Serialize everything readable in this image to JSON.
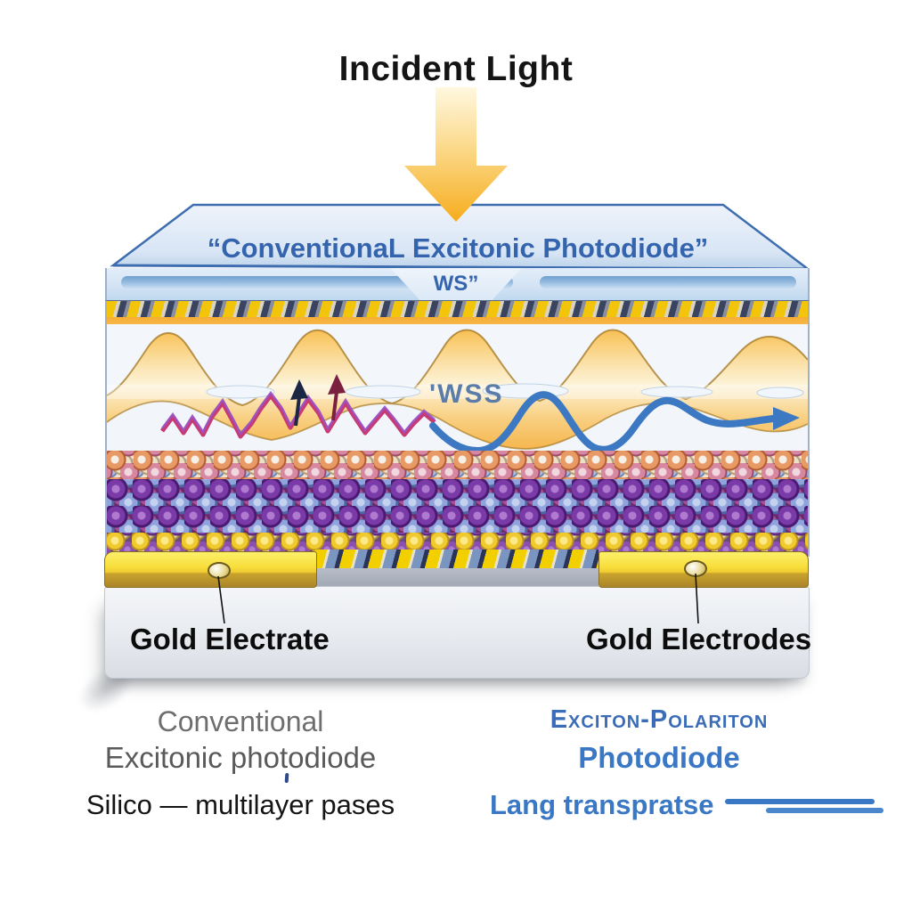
{
  "figure": {
    "title": "Incident Light",
    "device": {
      "top_face_label": "“ConventionaL Excitonic Photodiode”",
      "front_edge_label": "WS”",
      "active_layer_label": "'WSS",
      "left_electrode_label": "Gold Electrate",
      "right_electrode_label": "Gold Electrodes"
    },
    "captions": {
      "left": {
        "line1": "Conventional",
        "line2": "Excitonic photodiode",
        "line3": "Silico — multilayer pases"
      },
      "right": {
        "line1": "Exciton-Polariton",
        "line2": "Photodiode",
        "line3": "Lang transpratse"
      }
    },
    "colors": {
      "accent_blue": "#3a77c4",
      "label_blue": "#3464ad",
      "incident_gold": "#f6ad1e",
      "electrode_gold": "#f2d435",
      "hazard_yellow": "#f3c50a",
      "active_orange": "#f6ae35",
      "exciton_pink": "#c73a74",
      "substrate_gray": "#e6e9ee",
      "caption_gray": "#6e6e6e"
    }
  }
}
